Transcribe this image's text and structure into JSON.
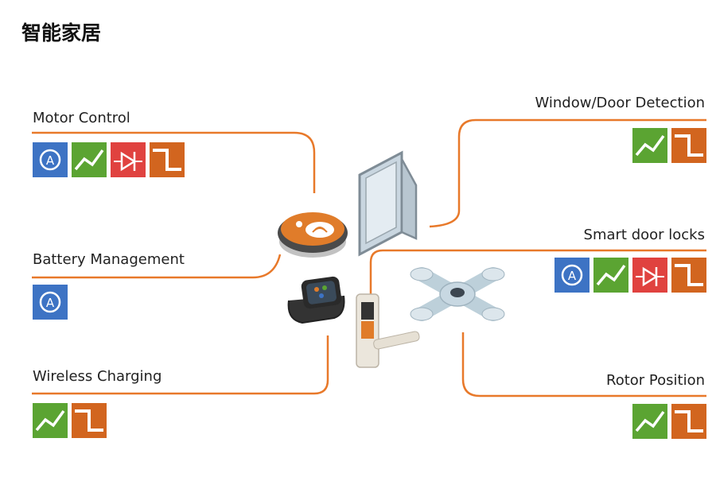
{
  "title": "智能家居",
  "colors": {
    "connector": "#e8792a",
    "icon_blue": "#3d73c4",
    "icon_green": "#5ba432",
    "icon_red": "#e0423f",
    "icon_orange": "#d2651f"
  },
  "features": {
    "motor_control": {
      "label": "Motor Control",
      "icons": [
        "analog-icon",
        "trend-line-icon",
        "diode-icon",
        "pulse-wave-icon"
      ]
    },
    "battery_management": {
      "label": "Battery Management",
      "icons": [
        "analog-icon"
      ]
    },
    "wireless_charging": {
      "label": "Wireless Charging",
      "icons": [
        "trend-line-icon",
        "pulse-wave-icon"
      ]
    },
    "window_door_detection": {
      "label": "Window/Door Detection",
      "icons": [
        "trend-line-icon",
        "pulse-wave-icon"
      ]
    },
    "smart_door_locks": {
      "label": "Smart door locks",
      "icons": [
        "analog-icon",
        "trend-line-icon",
        "diode-icon",
        "pulse-wave-icon"
      ]
    },
    "rotor_position": {
      "label": "Rotor Position",
      "icons": [
        "trend-line-icon",
        "pulse-wave-icon"
      ]
    }
  },
  "devices": [
    "robot-vacuum-illustration",
    "smartwatch-illustration",
    "glass-door-illustration",
    "smart-lock-illustration",
    "drone-illustration"
  ]
}
